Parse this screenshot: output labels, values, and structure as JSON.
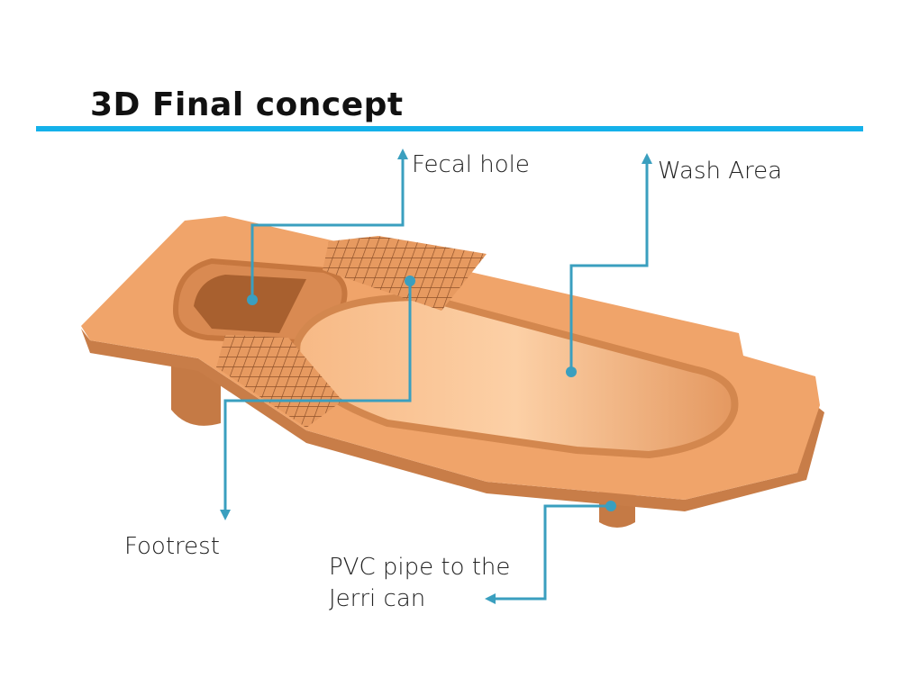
{
  "title": "3D Final concept",
  "labels": {
    "fecal_hole": "Fecal hole",
    "wash_area": "Wash Area",
    "footrest": "Footrest",
    "pvc_line1": "PVC pipe to the",
    "pvc_line2": "Jerri can"
  },
  "colors": {
    "accent_rule": "#14b1ea",
    "callout": "#3a9fbf",
    "body": "#f0a46a"
  }
}
